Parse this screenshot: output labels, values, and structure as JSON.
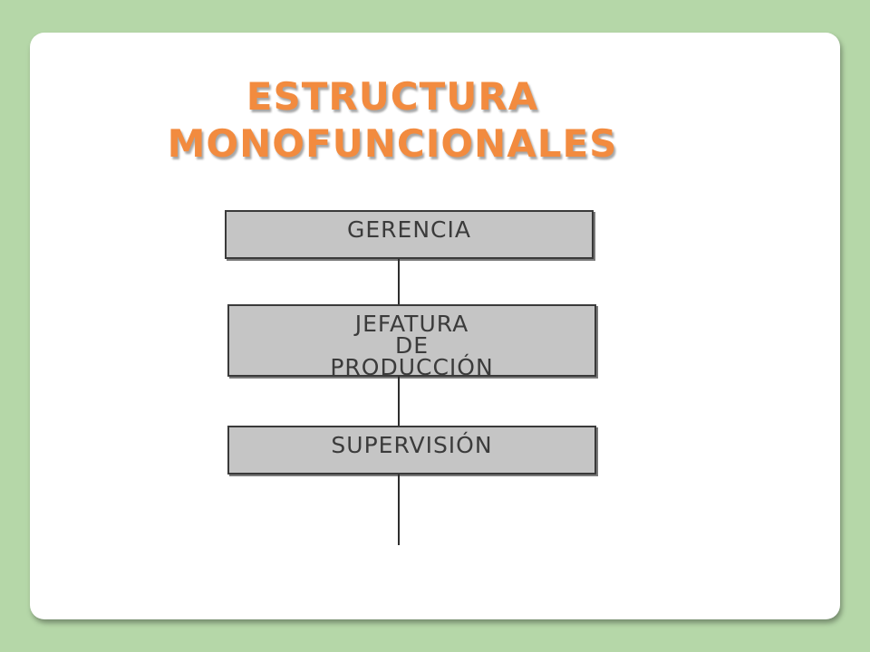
{
  "slide": {
    "title_lines": [
      "ESTRUCTURA",
      "MONOFUNCIONALES"
    ],
    "title_color": "#f28b3f",
    "background_color": "#b5d7a8"
  },
  "org_chart": {
    "nodes": [
      {
        "id": "gerencia",
        "lines": [
          "GERENCIA"
        ]
      },
      {
        "id": "jefatura",
        "lines": [
          "JEFATURA",
          "DE",
          "PRODUCCIÓN"
        ]
      },
      {
        "id": "supervision",
        "lines": [
          "SUPERVISIÓN"
        ]
      }
    ]
  }
}
